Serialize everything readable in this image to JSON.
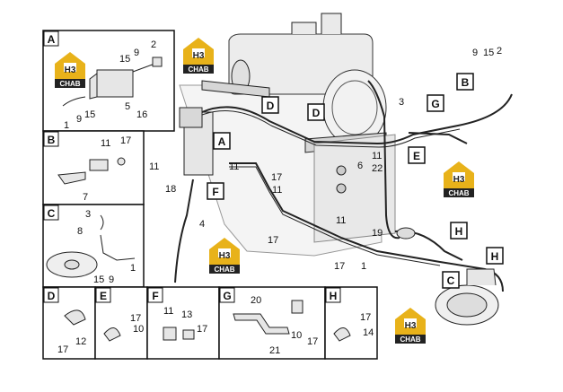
{
  "logo": {
    "top": "H3",
    "bottom": "CHAB",
    "colors": {
      "gold": "#E8B21A",
      "dark": "#222222",
      "white": "#ffffff"
    }
  },
  "detail_boxes": {
    "A": "A",
    "B": "B",
    "C": "C",
    "D": "D",
    "E": "E",
    "F": "F",
    "G": "G",
    "H": "H"
  },
  "main_callouts": {
    "A": "A",
    "B": "B",
    "C": "C",
    "D1": "D",
    "D2": "D",
    "E": "E",
    "F": "F",
    "G": "G",
    "H1": "H",
    "H2": "H"
  },
  "part_numbers": {
    "main": [
      "3",
      "6",
      "11",
      "22",
      "11",
      "17",
      "18",
      "4",
      "11",
      "17",
      "11",
      "17",
      "1",
      "19",
      "9",
      "15",
      "2"
    ],
    "box_a": [
      "15",
      "9",
      "2",
      "1",
      "9",
      "15",
      "5",
      "16"
    ],
    "box_b": [
      "11",
      "17",
      "7"
    ],
    "box_c": [
      "3",
      "8",
      "15",
      "9",
      "1"
    ],
    "box_d": [
      "17",
      "12"
    ],
    "box_e": [
      "17",
      "10"
    ],
    "box_f": [
      "11",
      "13",
      "17"
    ],
    "box_g": [
      "20",
      "10",
      "17",
      "21"
    ],
    "box_h": [
      "17",
      "14"
    ]
  }
}
